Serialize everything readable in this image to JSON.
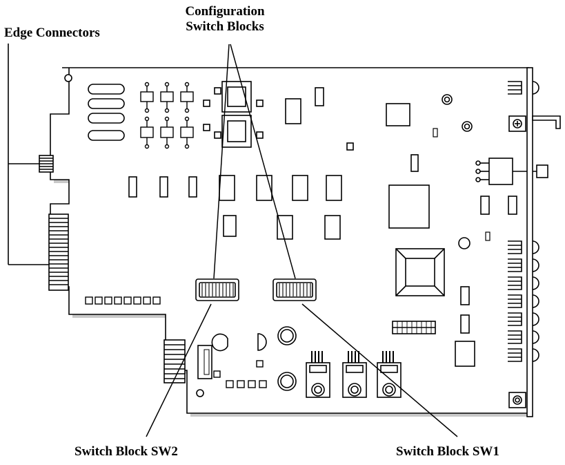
{
  "figure": {
    "labels": {
      "configuration_line1": "Configuration",
      "configuration_line2": "Switch Blocks",
      "edge_connectors": "Edge Connectors",
      "switch_block_sw2": "Switch Block SW2",
      "switch_block_sw1": "Switch Block SW1"
    },
    "colors": {
      "line": "#000000",
      "board_fill": "#ffffff",
      "shadow": "#c8c8c8"
    }
  }
}
